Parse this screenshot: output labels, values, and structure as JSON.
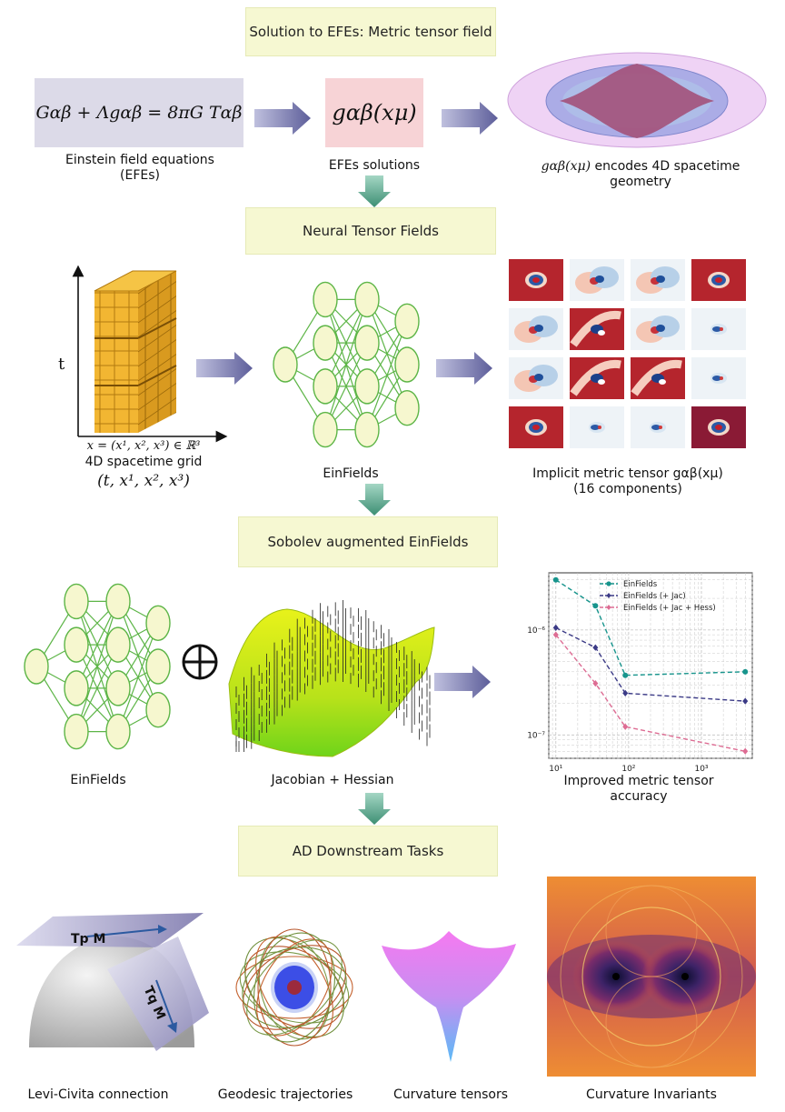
{
  "banners": {
    "b1": "Solution to EFEs: Metric tensor field",
    "b2": "Neural Tensor Fields",
    "b3": "Sobolev augmented EinFields",
    "b4": "AD Downstream Tasks"
  },
  "row1": {
    "equation": "Gαβ + Λgαβ = 8πG Tαβ",
    "eq_caption": "Einstein field equations (EFEs)",
    "solution_formula": "gαβ(xμ)",
    "sol_caption": "EFEs solutions",
    "geom_caption_formula": "gαβ(xμ)",
    "geom_caption_text": "encodes 4D spacetime geometry"
  },
  "row2": {
    "axis_t": "t",
    "grid_formula": "x = (x¹, x², x³) ∈ ℝ³",
    "grid_caption": "4D spacetime grid",
    "grid_coords": "(t, x¹, x², x³)",
    "net_caption": "EinFields",
    "metric_caption": "Implicit metric tensor gαβ(xμ)",
    "metric_count": "(16 components)"
  },
  "row3": {
    "net_caption": "EinFields",
    "surface_caption": "Jacobian + Hessian",
    "chart_caption": "Improved metric tensor accuracy"
  },
  "row4": {
    "tp_label": "Tp M",
    "tq_label": "Tq M",
    "captions": [
      "Levi-Civita connection",
      "Geodesic trajectories",
      "Curvature tensors",
      "Curvature Invariants"
    ]
  },
  "chart_data": {
    "type": "line",
    "xscale": "log",
    "yscale": "log",
    "xlim": [
      8,
      5000
    ],
    "ylim": [
      6e-08,
      3.5e-06
    ],
    "xticks": [
      "10¹",
      "10²",
      "10³"
    ],
    "yticks": [
      "10⁻⁶",
      "10⁻⁷"
    ],
    "legend_position": "top-right",
    "grid": true,
    "series": [
      {
        "name": "EinFields",
        "color": "#17948c",
        "marker": "circle",
        "x": [
          10,
          35,
          90,
          4000
        ],
        "y": [
          3e-06,
          1.7e-06,
          3.7e-07,
          4e-07
        ]
      },
      {
        "name": "EinFields (+ Jac)",
        "color": "#3b3a86",
        "marker": "diamond",
        "x": [
          10,
          35,
          90,
          4000
        ],
        "y": [
          1.05e-06,
          6.8e-07,
          2.5e-07,
          2.1e-07
        ]
      },
      {
        "name": "EinFields (+ Jac + Hess)",
        "color": "#dd6c93",
        "marker": "diamond",
        "x": [
          10,
          35,
          90,
          4000
        ],
        "y": [
          9e-07,
          3.1e-07,
          1.2e-07,
          7e-08
        ]
      }
    ]
  }
}
